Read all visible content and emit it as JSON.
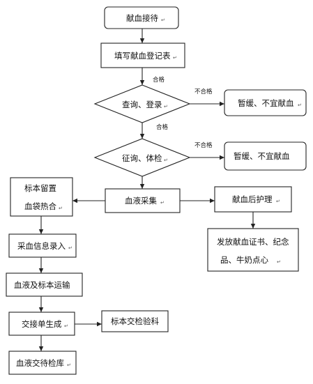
{
  "diagram": {
    "nodes": {
      "reception": "献血接待",
      "register_form": "填写献血登记表",
      "check_login": "查询、登录",
      "defer_1": "暂缓、不宜献血",
      "consult_exam": "征询、体检",
      "defer_2": "暂缓、不宜献血",
      "collection": "血液采集",
      "retain_line1": "标本留置",
      "retain_line2": "血袋热合",
      "post_care": "献血后护理",
      "issue_line1": "发放献血证书、纪念",
      "issue_line2": "品、牛奶点心",
      "info_entry": "采血信息录入",
      "transport": "血液及标本运输",
      "handover": "交接单生成",
      "sample_submit": "标本交检验科",
      "storage": "血液交待检库"
    },
    "edges": {
      "pass_1": "合格",
      "pass_2": "合格",
      "fail_1": "不合格",
      "fail_2": "不合格"
    },
    "paragraph_mark": "↵"
  }
}
